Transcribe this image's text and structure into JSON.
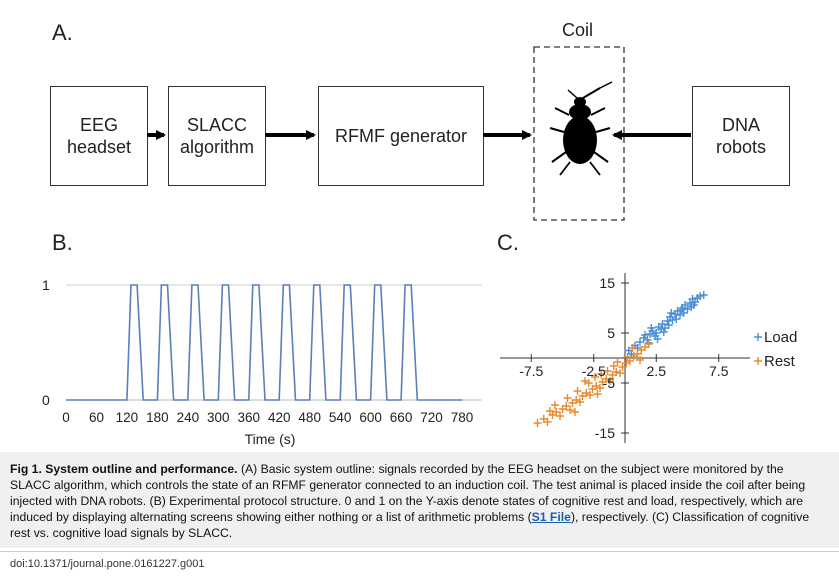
{
  "panel_a": {
    "label": "A.",
    "boxes": {
      "eeg": "EEG\nheadset",
      "slacc": "SLACC\nalgorithm",
      "rfmf": "RFMF generator",
      "dna": "DNA\nrobots"
    },
    "coil_label": "Coil",
    "insect_icon": "beetle-icon"
  },
  "panel_b": {
    "label": "B.",
    "chart_data": {
      "type": "line",
      "x": [
        0,
        120,
        128,
        140,
        152,
        180,
        188,
        200,
        212,
        240,
        248,
        260,
        272,
        300,
        308,
        320,
        332,
        360,
        368,
        380,
        392,
        420,
        428,
        440,
        452,
        480,
        488,
        500,
        512,
        540,
        548,
        560,
        572,
        600,
        608,
        620,
        632,
        660,
        668,
        680,
        692,
        780
      ],
      "y": [
        0,
        0,
        1,
        1,
        0,
        0,
        1,
        1,
        0,
        0,
        1,
        1,
        0,
        0,
        1,
        1,
        0,
        0,
        1,
        1,
        0,
        0,
        1,
        1,
        0,
        0,
        1,
        1,
        0,
        0,
        1,
        1,
        0,
        0,
        1,
        1,
        0,
        0,
        1,
        1,
        0,
        0
      ],
      "xlabel": "Time (s)",
      "x_ticks": [
        "0",
        "60",
        "120",
        "180",
        "240",
        "300",
        "360",
        "420",
        "480",
        "540",
        "600",
        "660",
        "720",
        "780"
      ],
      "y_ticks": [
        "0",
        "1"
      ],
      "xlim": [
        0,
        780
      ],
      "ylim": [
        0,
        1
      ],
      "color": "#5b7fb8"
    }
  },
  "panel_c": {
    "label": "C.",
    "chart_data": {
      "type": "scatter",
      "x_ticks": [
        "-7.5",
        "-2.5",
        "2.5",
        "7.5"
      ],
      "y_ticks": [
        "15",
        "5",
        "-5",
        "-15"
      ],
      "xlim": [
        -10,
        10
      ],
      "ylim": [
        -17,
        17
      ],
      "legend_position": "right",
      "series": [
        {
          "name": "Load",
          "color": "#4a90d9",
          "points": [
            [
              0.3,
              1.5
            ],
            [
              0.8,
              2.5
            ],
            [
              1.2,
              3.2
            ],
            [
              1.5,
              4.0
            ],
            [
              1.8,
              3.6
            ],
            [
              2.0,
              4.8
            ],
            [
              2.2,
              5.4
            ],
            [
              2.5,
              5.0
            ],
            [
              2.7,
              6.2
            ],
            [
              3.0,
              6.8
            ],
            [
              3.2,
              6.0
            ],
            [
              3.4,
              7.4
            ],
            [
              3.6,
              8.2
            ],
            [
              3.8,
              7.6
            ],
            [
              4.0,
              8.8
            ],
            [
              4.2,
              9.4
            ],
            [
              4.4,
              8.6
            ],
            [
              4.6,
              10.0
            ],
            [
              4.8,
              10.6
            ],
            [
              5.0,
              9.8
            ],
            [
              5.2,
              11.0
            ],
            [
              5.4,
              11.8
            ],
            [
              5.6,
              11.2
            ],
            [
              5.8,
              12.0
            ],
            [
              6.0,
              12.4
            ],
            [
              6.3,
              12.6
            ],
            [
              1.0,
              2.0
            ],
            [
              1.6,
              4.6
            ],
            [
              2.4,
              4.4
            ],
            [
              2.9,
              5.8
            ],
            [
              3.5,
              6.6
            ],
            [
              4.1,
              7.8
            ],
            [
              4.7,
              9.0
            ],
            [
              5.3,
              10.2
            ],
            [
              1.9,
              3.0
            ],
            [
              2.6,
              3.8
            ],
            [
              3.1,
              5.2
            ],
            [
              0.5,
              0.8
            ],
            [
              3.7,
              9.0
            ],
            [
              4.5,
              9.6
            ],
            [
              5.5,
              10.6
            ],
            [
              2.1,
              6.0
            ]
          ]
        },
        {
          "name": "Rest",
          "color": "#e8882e",
          "points": [
            [
              -7.0,
              -13.0
            ],
            [
              -6.5,
              -12.2
            ],
            [
              -6.2,
              -12.8
            ],
            [
              -5.8,
              -11.4
            ],
            [
              -5.5,
              -10.8
            ],
            [
              -5.2,
              -11.6
            ],
            [
              -5.0,
              -10.2
            ],
            [
              -4.7,
              -9.6
            ],
            [
              -4.4,
              -10.4
            ],
            [
              -4.2,
              -9.0
            ],
            [
              -3.9,
              -8.4
            ],
            [
              -3.6,
              -8.8
            ],
            [
              -3.4,
              -7.6
            ],
            [
              -3.1,
              -7.0
            ],
            [
              -2.8,
              -7.4
            ],
            [
              -2.6,
              -6.2
            ],
            [
              -2.3,
              -5.6
            ],
            [
              -2.0,
              -6.0
            ],
            [
              -1.8,
              -4.8
            ],
            [
              -1.5,
              -4.2
            ],
            [
              -1.2,
              -4.6
            ],
            [
              -1.0,
              -3.4
            ],
            [
              -0.7,
              -2.8
            ],
            [
              -0.4,
              -3.0
            ],
            [
              -0.2,
              -1.8
            ],
            [
              0.1,
              -1.0
            ],
            [
              0.4,
              -0.6
            ],
            [
              0.7,
              0.4
            ],
            [
              1.0,
              0.8
            ],
            [
              1.3,
              1.6
            ],
            [
              1.6,
              2.2
            ],
            [
              -2.9,
              -5.0
            ],
            [
              -3.8,
              -6.6
            ],
            [
              -1.4,
              -2.6
            ],
            [
              -0.9,
              -1.6
            ],
            [
              0.2,
              0.2
            ],
            [
              -4.6,
              -8.0
            ],
            [
              -2.4,
              -3.8
            ],
            [
              -5.6,
              -9.4
            ],
            [
              -6.0,
              -10.6
            ],
            [
              -3.2,
              -4.6
            ],
            [
              -1.9,
              -3.2
            ],
            [
              0.6,
              2.0
            ],
            [
              -0.6,
              -0.8
            ],
            [
              -2.2,
              -7.2
            ],
            [
              -4.0,
              -10.8
            ],
            [
              1.9,
              2.8
            ],
            [
              1.2,
              -0.4
            ]
          ]
        }
      ]
    }
  },
  "caption": {
    "fig_label": "Fig 1. System outline and performance.",
    "text_1": " (A) Basic system outline: signals recorded by the EEG headset on the subject were monitored by the SLACC algorithm, which controls the state of an RFMF generator connected to an induction coil. The test animal is placed inside the coil after being injected with DNA robots. (B) Experimental protocol structure. 0 and 1 on the Y-axis denote states of cognitive rest and load, respectively, which are induced by displaying alternating screens showing either nothing or a list of arithmetic problems (",
    "link": "S1 File",
    "text_2": "), respectively. (C) Classification of cognitive rest vs. cognitive load signals by SLACC."
  },
  "doi": "doi:10.1371/journal.pone.0161227.g001"
}
